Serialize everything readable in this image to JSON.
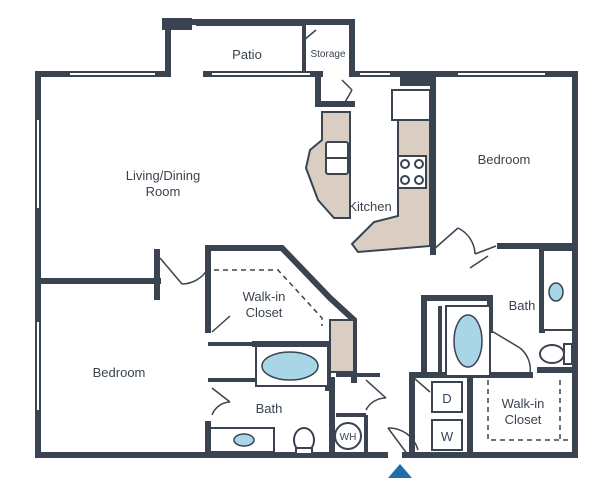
{
  "rooms": {
    "patio": "Patio",
    "storage": "Storage",
    "living_line1": "Living/Dining",
    "living_line2": "Room",
    "kitchen": "Kitchen",
    "bedroom_right": "Bedroom",
    "bedroom_left": "Bedroom",
    "walkin1_line1": "Walk-in",
    "walkin1_line2": "Closet",
    "walkin2_line1": "Walk-in",
    "walkin2_line2": "Closet",
    "bath_left": "Bath",
    "bath_right": "Bath"
  },
  "appliances": {
    "dryer": "D",
    "washer": "W",
    "water_heater": "WH"
  },
  "colors": {
    "wall": "#3a4350",
    "counter": "#d9cec1",
    "water": "#a9d6e6",
    "entry_marker": "#1f6fa8"
  }
}
